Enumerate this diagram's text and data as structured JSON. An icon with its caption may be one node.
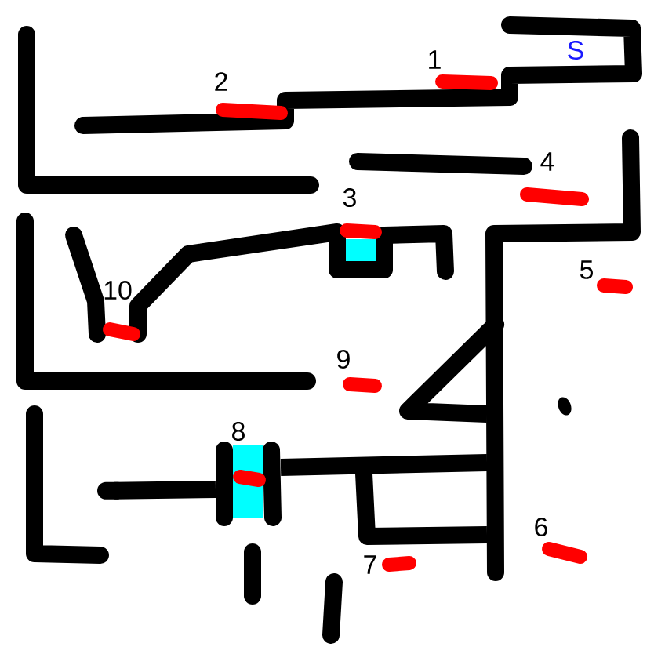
{
  "diagram": {
    "labels": [
      "S",
      "1",
      "2",
      "4",
      "3",
      "5",
      "10",
      "9",
      "8",
      "6",
      "7"
    ]
  }
}
